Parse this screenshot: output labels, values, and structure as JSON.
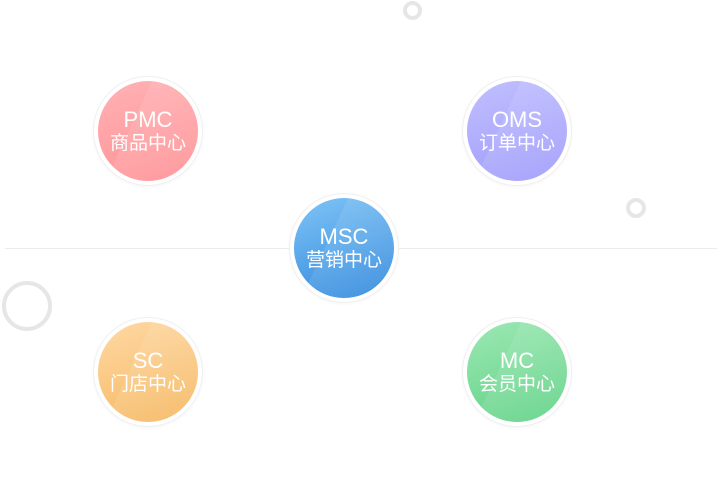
{
  "nodes": {
    "pmc": {
      "code": "PMC",
      "name": "商品中心",
      "color_top": "#ffb3b6",
      "color_bottom": "#ff8f93"
    },
    "oms": {
      "code": "OMS",
      "name": "订单中心",
      "color_top": "#c2c0ff",
      "color_bottom": "#9d99fb"
    },
    "msc": {
      "code": "MSC",
      "name": "营销中心",
      "color_top": "#80c4f6",
      "color_bottom": "#2c86dc"
    },
    "sc": {
      "code": "SC",
      "name": "门店中心",
      "color_top": "#ffd9a6",
      "color_bottom": "#f5b65c"
    },
    "mc": {
      "code": "MC",
      "name": "会员中心",
      "color_top": "#9de8b4",
      "color_bottom": "#5dd183"
    }
  }
}
